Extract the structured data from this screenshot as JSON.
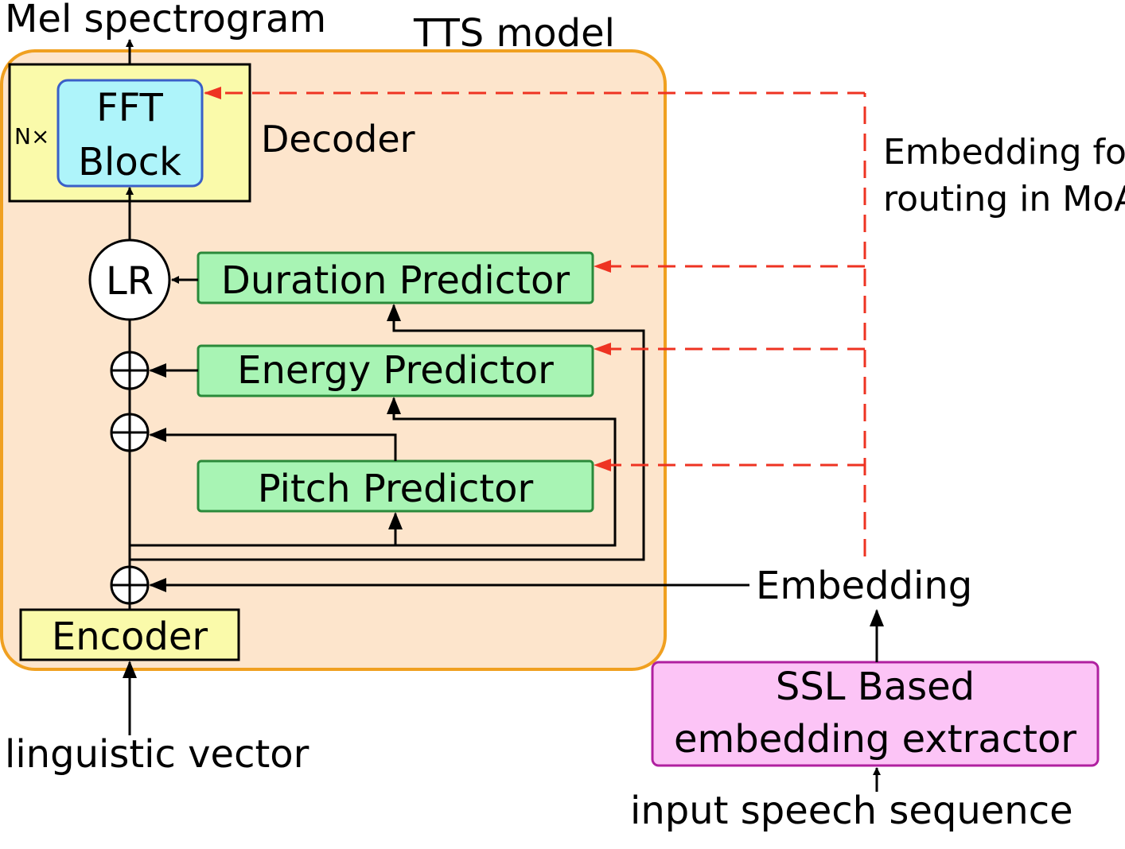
{
  "labels": {
    "mel_spectrogram": "Mel spectrogram",
    "tts_model": "TTS model",
    "fft_line1": "FFT",
    "fft_line2": "Block",
    "n_times": "N×",
    "decoder": "Decoder",
    "embedding_routing_line1": "Embedding for",
    "embedding_routing_line2": "routing in MoA",
    "lr": "LR",
    "duration_predictor": "Duration Predictor",
    "energy_predictor": "Energy Predictor",
    "pitch_predictor": "Pitch Predictor",
    "embedding": "Embedding",
    "encoder": "Encoder",
    "ssl_line1": "SSL Based",
    "ssl_line2": "embedding extractor",
    "linguistic_vector": "linguistic vector",
    "input_speech_sequence": "input speech sequence"
  },
  "colors": {
    "tts_fill": "#FDE5CC",
    "tts_border": "#F0A020",
    "yellow_fill": "#FAFAAA",
    "fft_fill": "#AEF4FA",
    "fft_border": "#3A5FC8",
    "green_fill": "#A8F4B4",
    "green_border": "#2A8A3A",
    "pink_fill": "#FCC4F6",
    "pink_border": "#B020A0",
    "dashed_red": "#EE3322"
  }
}
